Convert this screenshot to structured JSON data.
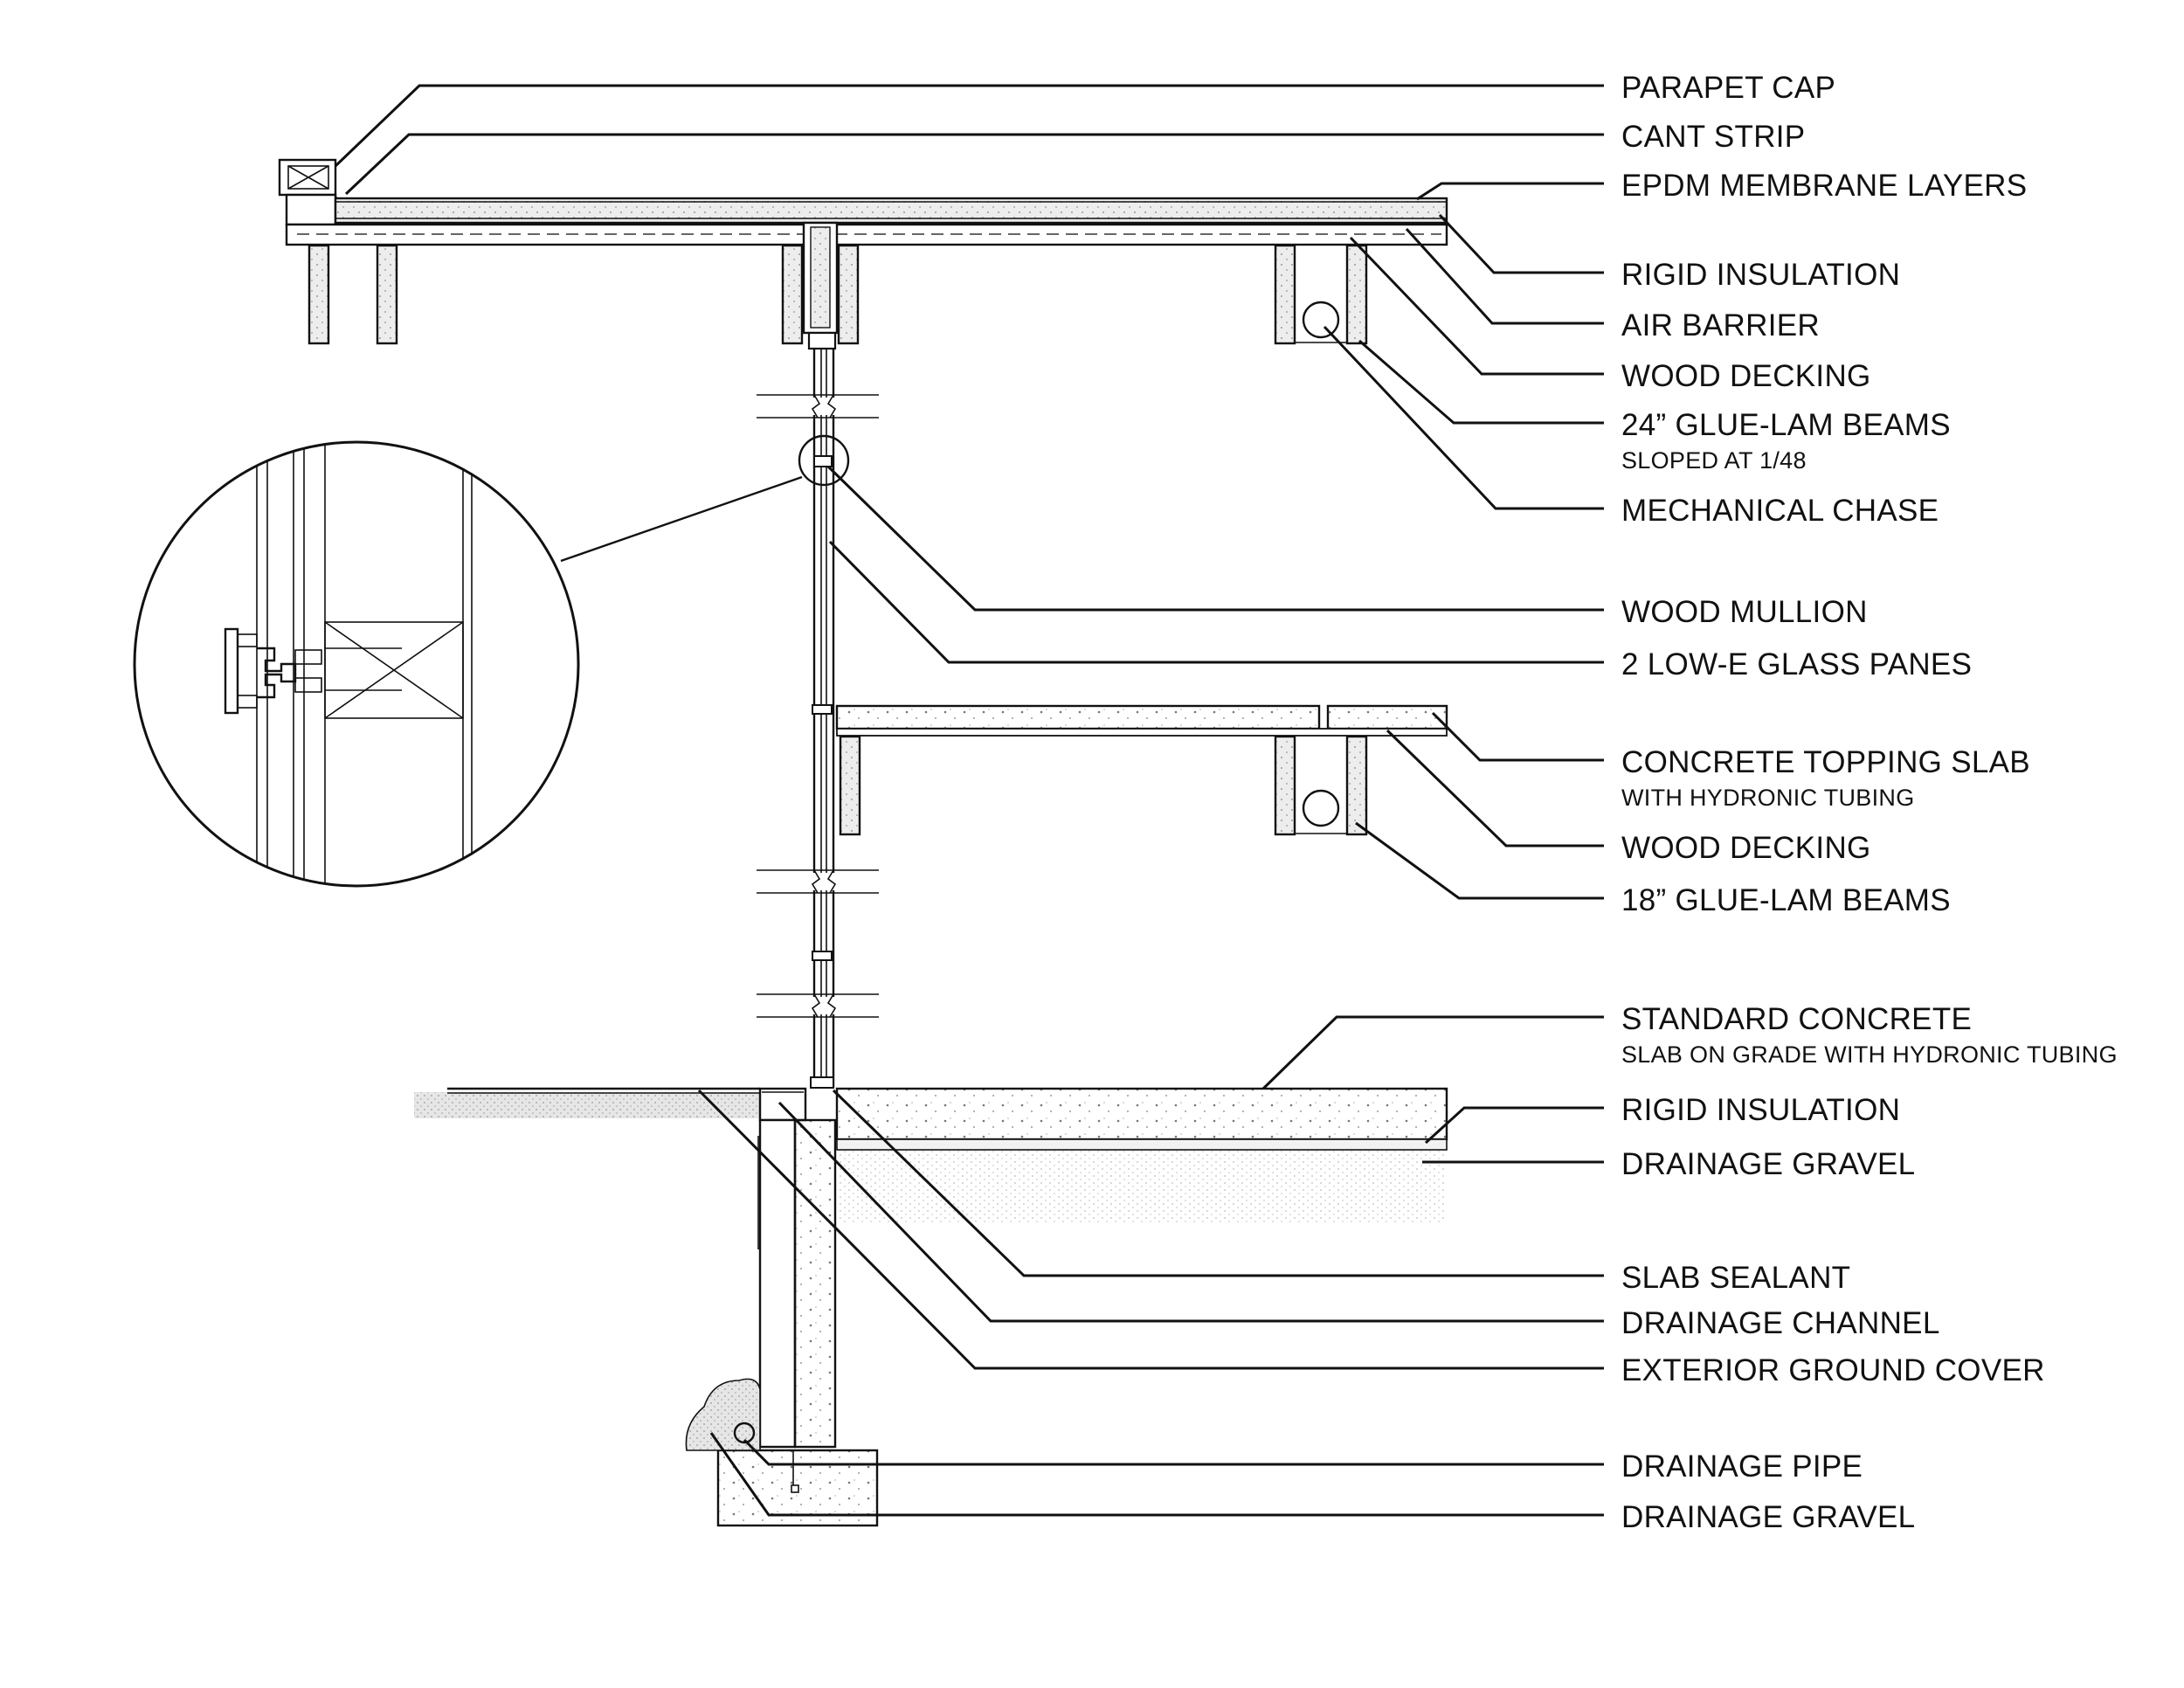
{
  "labels": [
    {
      "id": "parapet-cap",
      "text": "PARAPET CAP"
    },
    {
      "id": "cant-strip",
      "text": "CANT STRIP"
    },
    {
      "id": "epdm-membrane-layers",
      "text": "EPDM MEMBRANE LAYERS"
    },
    {
      "id": "rigid-insulation-roof",
      "text": "RIGID INSULATION"
    },
    {
      "id": "air-barrier",
      "text": "AIR BARRIER"
    },
    {
      "id": "wood-decking-roof",
      "text": "WOOD DECKING"
    },
    {
      "id": "glue-lam-24",
      "text": "24” GLUE-LAM BEAMS",
      "sub": "SLOPED AT 1/48"
    },
    {
      "id": "mechanical-chase",
      "text": "MECHANICAL CHASE"
    },
    {
      "id": "wood-mullion",
      "text": "WOOD MULLION"
    },
    {
      "id": "low-e-glass",
      "text": "2 LOW-E GLASS PANES"
    },
    {
      "id": "concrete-topping-slab",
      "text": "CONCRETE TOPPING SLAB",
      "sub": "WITH HYDRONIC TUBING"
    },
    {
      "id": "wood-decking-floor",
      "text": "WOOD DECKING"
    },
    {
      "id": "glue-lam-18",
      "text": "18” GLUE-LAM BEAMS"
    },
    {
      "id": "standard-concrete",
      "text": "STANDARD CONCRETE",
      "sub": "SLAB ON GRADE WITH HYDRONIC TUBING"
    },
    {
      "id": "rigid-insulation-slab",
      "text": "RIGID INSULATION"
    },
    {
      "id": "drainage-gravel-slab",
      "text": "DRAINAGE GRAVEL"
    },
    {
      "id": "slab-sealant",
      "text": "SLAB SEALANT"
    },
    {
      "id": "drainage-channel",
      "text": "DRAINAGE CHANNEL"
    },
    {
      "id": "exterior-ground-cover",
      "text": "EXTERIOR GROUND COVER"
    },
    {
      "id": "drainage-pipe",
      "text": "DRAINAGE PIPE"
    },
    {
      "id": "drainage-gravel-footing",
      "text": "DRAINAGE GRAVEL"
    }
  ]
}
